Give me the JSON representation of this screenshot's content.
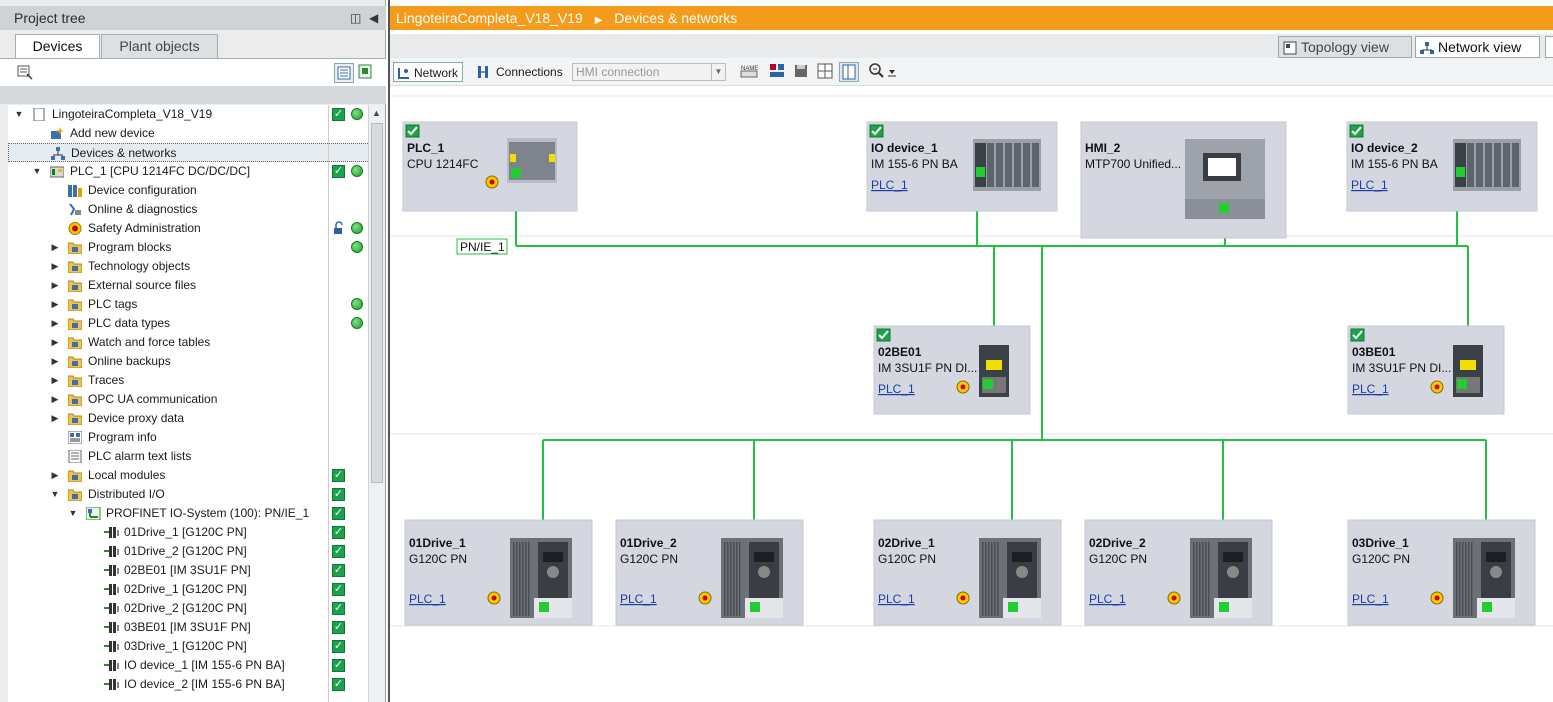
{
  "project_tree": {
    "title": "Project tree",
    "tabs": [
      {
        "label": "Devices"
      },
      {
        "label": "Plant objects"
      }
    ],
    "items": [
      {
        "label": "LingoteiraCompleta_V18_V19",
        "status": "check-dot"
      },
      {
        "label": "Add new device",
        "status": ""
      },
      {
        "label": "Devices & networks",
        "status": ""
      },
      {
        "label": "PLC_1 [CPU 1214FC DC/DC/DC]",
        "status": "check-dot"
      },
      {
        "label": "Device configuration",
        "status": ""
      },
      {
        "label": "Online & diagnostics",
        "status": ""
      },
      {
        "label": "Safety Administration",
        "status": "lock-dot"
      },
      {
        "label": "Program blocks",
        "status": "dot"
      },
      {
        "label": "Technology objects",
        "status": ""
      },
      {
        "label": "External source files",
        "status": ""
      },
      {
        "label": "PLC tags",
        "status": "dot"
      },
      {
        "label": "PLC data types",
        "status": "dot"
      },
      {
        "label": "Watch and force tables",
        "status": ""
      },
      {
        "label": "Online backups",
        "status": ""
      },
      {
        "label": "Traces",
        "status": ""
      },
      {
        "label": "OPC UA communication",
        "status": ""
      },
      {
        "label": "Device proxy data",
        "status": ""
      },
      {
        "label": "Program info",
        "status": ""
      },
      {
        "label": "PLC alarm text lists",
        "status": ""
      },
      {
        "label": "Local modules",
        "status": "check"
      },
      {
        "label": "Distributed I/O",
        "status": "check"
      },
      {
        "label": "PROFINET IO-System (100): PN/IE_1",
        "status": "check"
      },
      {
        "label": "01Drive_1 [G120C PN]",
        "status": "check"
      },
      {
        "label": "01Drive_2 [G120C PN]",
        "status": "check"
      },
      {
        "label": "02BE01 [IM 3SU1F PN]",
        "status": "check"
      },
      {
        "label": "02Drive_1 [G120C PN]",
        "status": "check"
      },
      {
        "label": "02Drive_2 [G120C PN]",
        "status": "check"
      },
      {
        "label": "03BE01 [IM 3SU1F PN]",
        "status": "check"
      },
      {
        "label": "03Drive_1 [G120C PN]",
        "status": "check"
      },
      {
        "label": "IO device_1 [IM 155-6 PN BA]",
        "status": "check"
      },
      {
        "label": "IO device_2 [IM 155-6 PN BA]",
        "status": "check"
      }
    ]
  },
  "editor": {
    "breadcrumb": [
      "LingoteiraCompleta_V18_V19",
      "Devices & networks"
    ],
    "view_tabs": [
      {
        "label": "Topology view"
      },
      {
        "label": "Network view"
      }
    ],
    "toolbar": {
      "network_label": "Network",
      "connections_label": "Connections",
      "hmi_placeholder": "HMI connection"
    },
    "subnet_label": "PN/IE_1",
    "devices": [
      {
        "name": "PLC_1",
        "type": "CPU 1214FC",
        "link": ""
      },
      {
        "name": "IO device_1",
        "type": "IM 155-6 PN BA",
        "link": "PLC_1"
      },
      {
        "name": "HMI_2",
        "type": "MTP700 Unified...",
        "link": ""
      },
      {
        "name": "IO device_2",
        "type": "IM 155-6 PN BA",
        "link": "PLC_1"
      },
      {
        "name": "02BE01",
        "type": "IM 3SU1F PN DI...",
        "link": "PLC_1"
      },
      {
        "name": "03BE01",
        "type": "IM 3SU1F PN DI...",
        "link": "PLC_1"
      },
      {
        "name": "01Drive_1",
        "type": "G120C PN",
        "link": "PLC_1"
      },
      {
        "name": "01Drive_2",
        "type": "G120C PN",
        "link": "PLC_1"
      },
      {
        "name": "02Drive_1",
        "type": "G120C PN",
        "link": "PLC_1"
      },
      {
        "name": "02Drive_2",
        "type": "G120C PN",
        "link": "PLC_1"
      },
      {
        "name": "03Drive_1",
        "type": "G120C PN",
        "link": "PLC_1"
      }
    ]
  },
  "colors": {
    "accent_orange": "#f59b1c",
    "network_green": "#22c140",
    "status_green": "#1aa34a",
    "box_gray": "#d5d7e0"
  }
}
